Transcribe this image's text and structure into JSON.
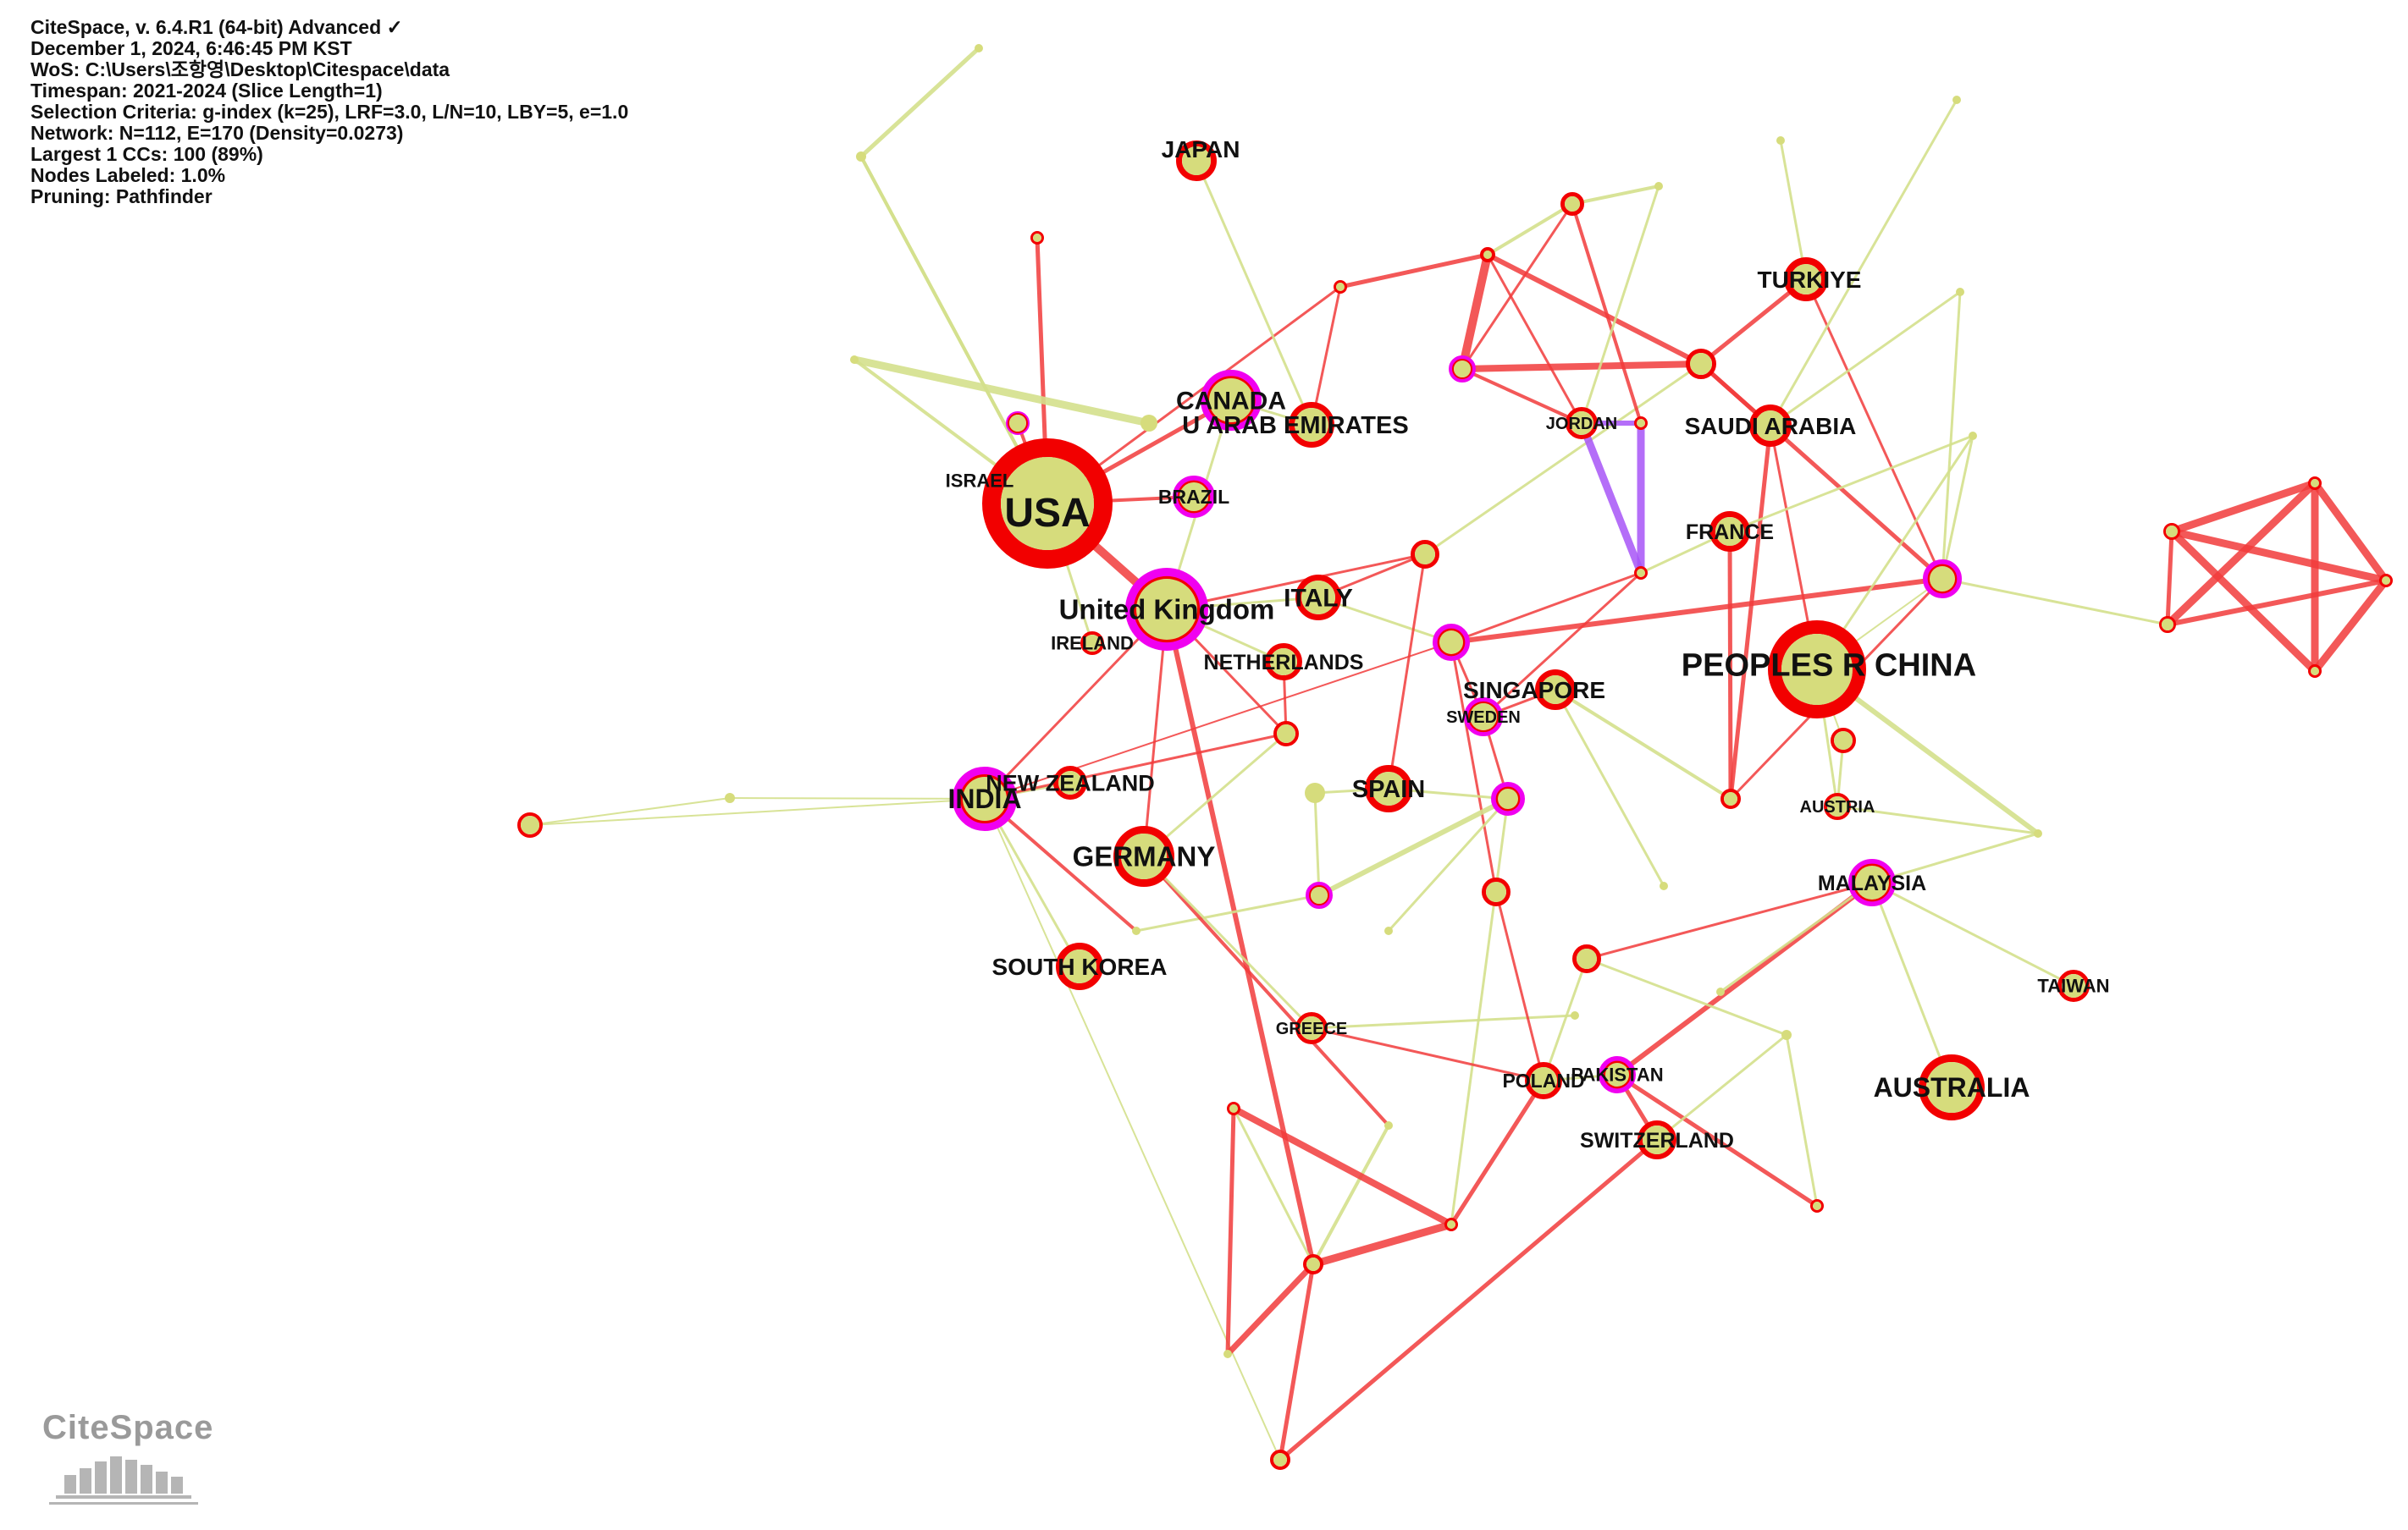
{
  "info": {
    "lines": [
      "CiteSpace, v. 6.4.R1 (64-bit) Advanced ✓",
      "December 1, 2024, 6:46:45 PM KST",
      "WoS: C:\\Users\\조항영\\Desktop\\Citespace\\data",
      "Timespan: 2021-2024 (Slice Length=1)",
      "Selection Criteria: g-index (k=25), LRF=3.0, L/N=10, LBY=5, e=1.0",
      "Network: N=112, E=170 (Density=0.0273)",
      "Largest 1 CCs: 100 (89%)",
      "Nodes Labeled: 1.0%",
      "Pruning: Pathfinder"
    ]
  },
  "logo": {
    "text": "CiteSpace"
  },
  "colors": {
    "fill": "#d6dc7c",
    "ring_red": "#f20000",
    "ring_magenta": "#f000f0",
    "edge_green": "#d4e08c",
    "edge_red": "#f23b3b",
    "edge_purple": "#a855f7"
  },
  "network": {
    "labels": [
      {
        "id": "japan",
        "text": "JAPAN"
      },
      {
        "id": "turkiye",
        "text": "TURKIYE"
      },
      {
        "id": "canada",
        "text": "CANADA"
      },
      {
        "id": "uae",
        "text": "U ARAB EMIRATES"
      },
      {
        "id": "jordan",
        "text": "JORDAN"
      },
      {
        "id": "saudi",
        "text": "SAUDI ARABIA"
      },
      {
        "id": "israel",
        "text": "ISRAEL"
      },
      {
        "id": "usa",
        "text": "USA"
      },
      {
        "id": "brazil",
        "text": "BRAZIL"
      },
      {
        "id": "france",
        "text": "FRANCE"
      },
      {
        "id": "uk",
        "text": "United Kingdom"
      },
      {
        "id": "italy",
        "text": "ITALY"
      },
      {
        "id": "ireland",
        "text": "IRELAND"
      },
      {
        "id": "netherlands",
        "text": "NETHERLANDS"
      },
      {
        "id": "china",
        "text": "PEOPLES R CHINA"
      },
      {
        "id": "singapore",
        "text": "SINGAPORE"
      },
      {
        "id": "sweden",
        "text": "SWEDEN"
      },
      {
        "id": "india",
        "text": "INDIA"
      },
      {
        "id": "newzealand",
        "text": "NEW ZEALAND"
      },
      {
        "id": "spain",
        "text": "SPAIN"
      },
      {
        "id": "austria",
        "text": "AUSTRIA"
      },
      {
        "id": "germany",
        "text": "GERMANY"
      },
      {
        "id": "malaysia",
        "text": "MALAYSIA"
      },
      {
        "id": "southkorea",
        "text": "SOUTH KOREA"
      },
      {
        "id": "taiwan",
        "text": "TAIWAN"
      },
      {
        "id": "greece",
        "text": "GREECE"
      },
      {
        "id": "pakistan",
        "text": "PAKISTAN"
      },
      {
        "id": "poland",
        "text": "POLAND"
      },
      {
        "id": "australia",
        "text": "AUSTRALIA"
      },
      {
        "id": "switzerland",
        "text": "SWITZERLAND"
      }
    ]
  }
}
